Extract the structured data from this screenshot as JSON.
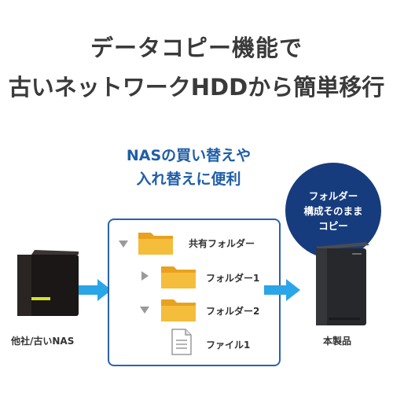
{
  "headline": {
    "line1": "データコピー機能で",
    "line2": "古いネットワークHDDから簡単移行"
  },
  "subhead": {
    "line1": "NASの買い替えや",
    "line2": "入れ替えに便利"
  },
  "badge": {
    "line1": "フォルダー",
    "line2": "構成そのまま",
    "line3": "コピー"
  },
  "tree": {
    "items": [
      {
        "label": "共有フォルダー",
        "icon": "folder-icon",
        "toggle": "expanded"
      },
      {
        "label": "フォルダー1",
        "icon": "folder-icon",
        "toggle": "collapsed"
      },
      {
        "label": "フォルダー2",
        "icon": "folder-icon",
        "toggle": "expanded"
      },
      {
        "label": "ファイル1",
        "icon": "file-icon"
      }
    ]
  },
  "devices": {
    "source_label": "他社/古いNAS",
    "target_label": "本製品"
  },
  "colors": {
    "accent_blue": "#1f5ea8",
    "arrow_blue": "#2aa6e8",
    "circle_navy": "#173c7e",
    "folder_yellow": "#f2b632",
    "nas_accent_yellow": "#d6e02a"
  }
}
